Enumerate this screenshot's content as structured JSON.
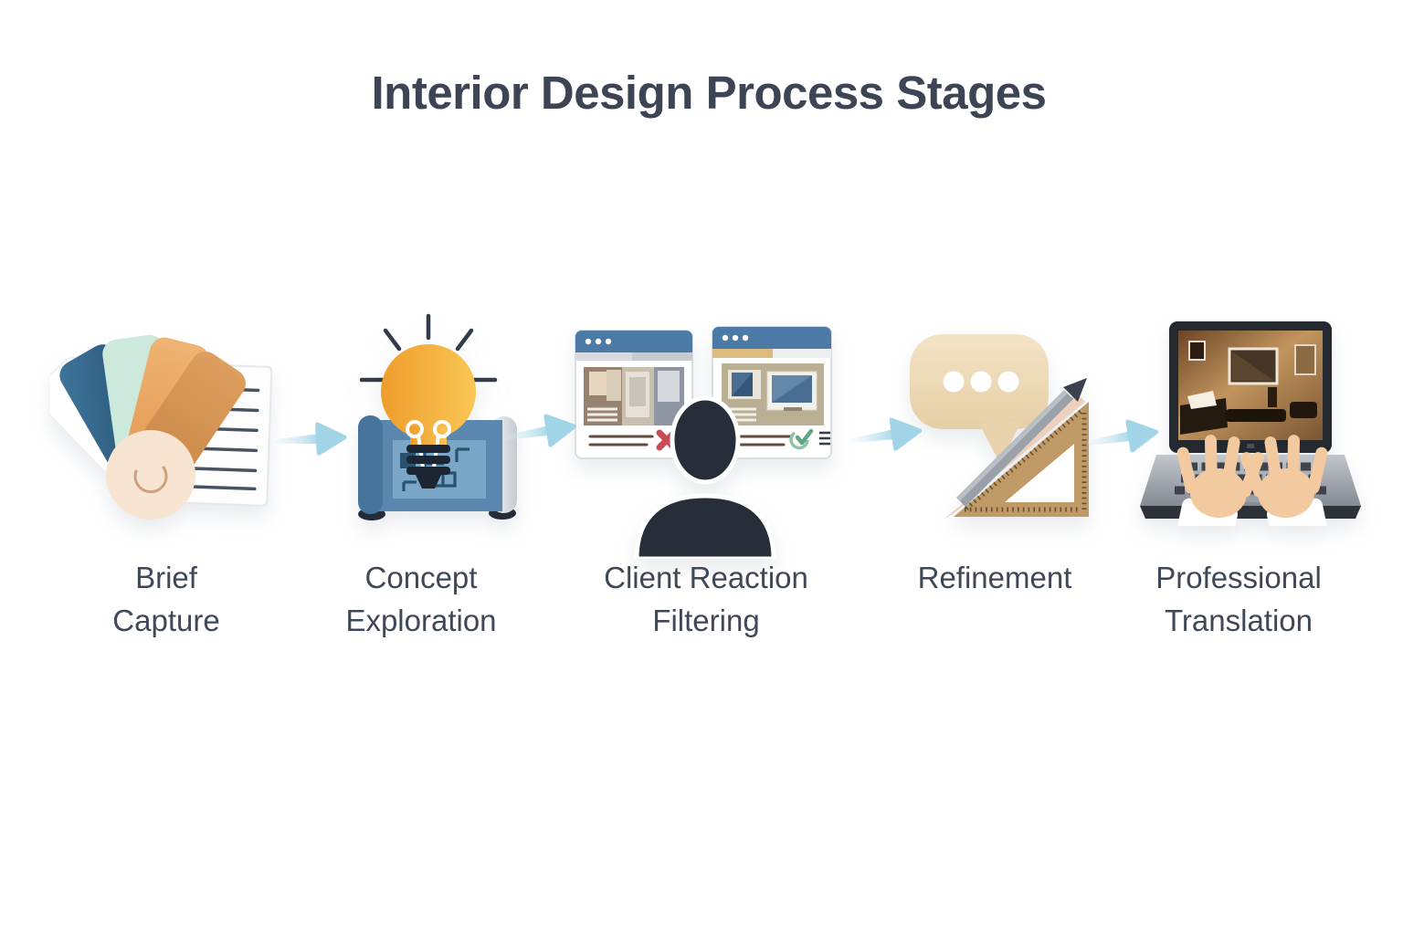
{
  "title": "Interior Design Process Stages",
  "colors": {
    "background": "#ffffff",
    "title_text": "#3d4554",
    "label_text": "#3f4856",
    "arrow": "#a2d4e7"
  },
  "stages": [
    {
      "label": "Brief Capture",
      "icon": "color-swatch-fan-and-brief-document-icon"
    },
    {
      "label": "Concept Exploration",
      "icon": "lightbulb-over-blueprint-scroll-icon"
    },
    {
      "label": "Client Reaction Filtering",
      "icon": "client-silhouette-comparing-two-design-windows-icon"
    },
    {
      "label": "Refinement",
      "icon": "speech-bubble-set-square-pencil-icon"
    },
    {
      "label": "Professional Translation",
      "icon": "hands-typing-laptop-interior-render-icon"
    }
  ],
  "flow": {
    "direction": "left-to-right",
    "arrow_count": 4
  }
}
